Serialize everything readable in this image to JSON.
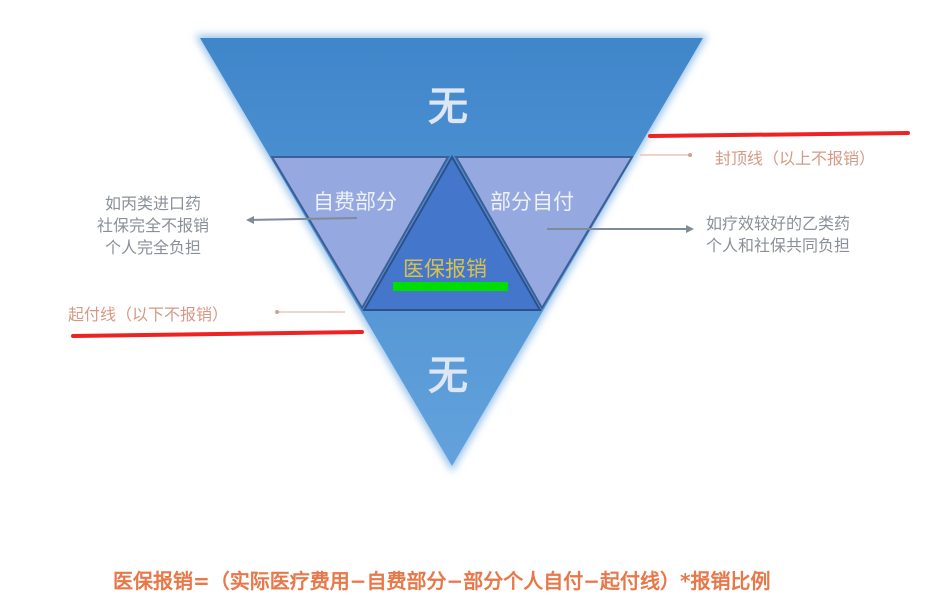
{
  "diagram": {
    "top_label": "无",
    "bottom_label": "无",
    "segments": {
      "left": "自费部分",
      "center": "医保报销",
      "right": "部分自付"
    },
    "annotations": {
      "ceiling_line": "封顶线（以上不报销）",
      "deductible_line": "起付线（以下不报销）",
      "left_note": [
        "如丙类进口药",
        "社保完全不报销",
        "个人完全负担"
      ],
      "right_note": [
        "如疗效较好的乙类药",
        "个人和社保共同负担"
      ]
    },
    "formula": "医保报销=（实际医疗费用−自费部分−部分个人自付−起付线）*报销比例",
    "colors": {
      "triangle_blue": "#4a8fd0",
      "band_light": "#95a8df",
      "center_blue": "#4477cc",
      "highlight_red": "#ee2222",
      "highlight_green": "#00dd00",
      "formula_orange": "#e8784a"
    }
  }
}
